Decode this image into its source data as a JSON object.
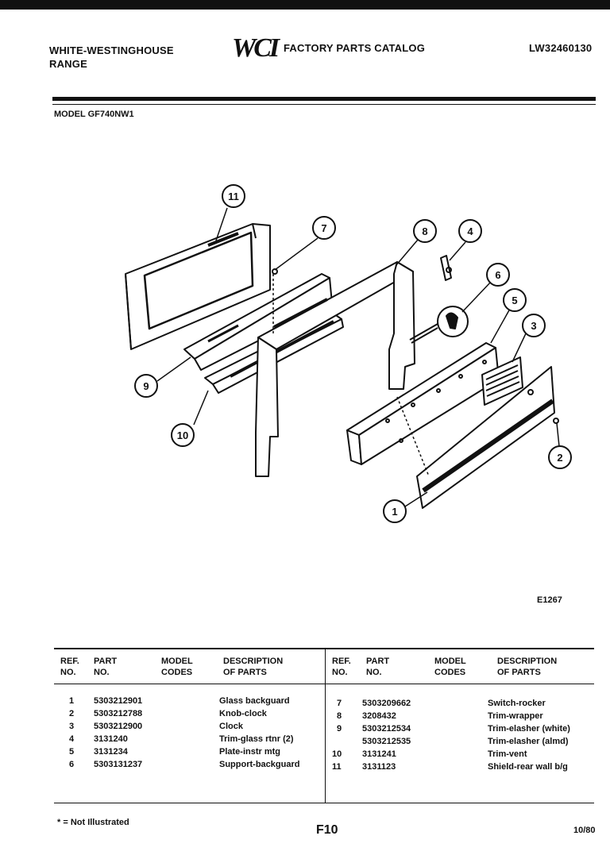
{
  "header": {
    "brand_line1": "WHITE-WESTINGHOUSE",
    "brand_line2": "RANGE",
    "logo": "WCI",
    "catalog_title": "FACTORY PARTS CATALOG",
    "catalog_number": "LW32460130"
  },
  "model": "MODEL GF740NW1",
  "diagram": {
    "figure_id": "E1267",
    "callouts": [
      "1",
      "2",
      "3",
      "4",
      "5",
      "6",
      "7",
      "8",
      "9",
      "10",
      "11"
    ]
  },
  "table": {
    "headers": {
      "ref": "REF.",
      "ref2": "NO.",
      "part": "PART",
      "part2": "NO.",
      "model": "MODEL",
      "model2": "CODES",
      "desc": "DESCRIPTION",
      "desc2": "OF PARTS"
    },
    "left": [
      {
        "ref": "1",
        "part": "5303212901",
        "codes": "",
        "desc": "Glass backguard"
      },
      {
        "ref": "2",
        "part": "5303212788",
        "codes": "",
        "desc": "Knob-clock"
      },
      {
        "ref": "3",
        "part": "5303212900",
        "codes": "",
        "desc": "Clock"
      },
      {
        "ref": "4",
        "part": "3131240",
        "codes": "",
        "desc": "Trim-glass rtnr (2)"
      },
      {
        "ref": "5",
        "part": "3131234",
        "codes": "",
        "desc": "Plate-instr mtg"
      },
      {
        "ref": "6",
        "part": "5303131237",
        "codes": "",
        "desc": "Support-backguard"
      }
    ],
    "right": [
      {
        "ref": "7",
        "part": "5303209662",
        "codes": "",
        "desc": "Switch-rocker"
      },
      {
        "ref": "8",
        "part": "3208432",
        "codes": "",
        "desc": "Trim-wrapper"
      },
      {
        "ref": "9",
        "part": "5303212534",
        "codes": "",
        "desc": "Trim-elasher (white)"
      },
      {
        "ref": "",
        "part": "5303212535",
        "codes": "",
        "desc": "Trim-elasher (almd)"
      },
      {
        "ref": "10",
        "part": "3131241",
        "codes": "",
        "desc": "Trim-vent"
      },
      {
        "ref": "11",
        "part": "3131123",
        "codes": "",
        "desc": "Shield-rear wall b/g"
      }
    ]
  },
  "footer": {
    "note": "* = Not Illustrated",
    "page": "F10",
    "date": "10/80"
  }
}
